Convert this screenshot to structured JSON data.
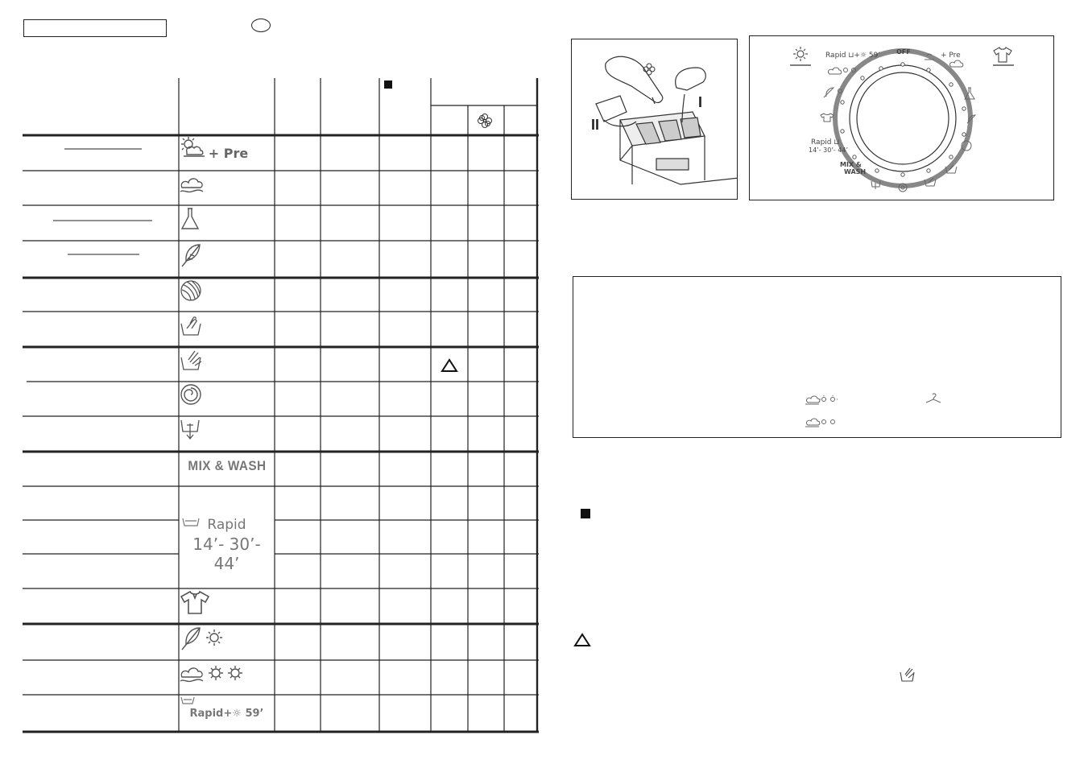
{
  "table": {
    "header_icon": "flower-icon",
    "header_marker": "black-square",
    "rows": [
      {
        "icon": "prewash-icon",
        "label": "+ Pre"
      },
      {
        "icon": "cotton-icon",
        "label": ""
      },
      {
        "icon": "synthetic-icon",
        "label": ""
      },
      {
        "icon": "delicate-icon",
        "label": ""
      },
      {
        "icon": "wool-icon",
        "label": ""
      },
      {
        "icon": "handwash-icon",
        "label": ""
      },
      {
        "icon": "rinse-icon",
        "label": ""
      },
      {
        "icon": "spin-icon",
        "label": ""
      },
      {
        "icon": "drain-icon",
        "label": ""
      },
      {
        "icon": "mix-wash",
        "label": "MIX & WASH"
      },
      {
        "icon": "rapid",
        "label": "Rapid"
      },
      {
        "icon": "rapid",
        "label": ""
      },
      {
        "icon": "rapid",
        "label": ""
      },
      {
        "icon": "shirt-icon",
        "label": ""
      },
      {
        "icon": "delicate-sun-icon",
        "label": ""
      },
      {
        "icon": "cotton-eco-icon",
        "label": ""
      },
      {
        "icon": "rapid-59",
        "label": "Rapid"
      }
    ],
    "rapid_times": "14’- 30’- 44’",
    "rapid59_suffix": "+☼ 59’",
    "warning_marker": "warning-triangle"
  },
  "dispenser": {
    "compartment_left": "II",
    "compartment_right": "I"
  },
  "dial": {
    "top_left": "Rapid",
    "top_left_suffix": "+☼ 59’",
    "off": "OFF",
    "top_right": "+ Pre",
    "left_rapid": "Rapid",
    "left_times": "14’- 30’- 44’",
    "mix_line1": "MIX &",
    "mix_line2": "WASH"
  },
  "colors": {
    "line": "#222222",
    "symbol": "#666666"
  }
}
